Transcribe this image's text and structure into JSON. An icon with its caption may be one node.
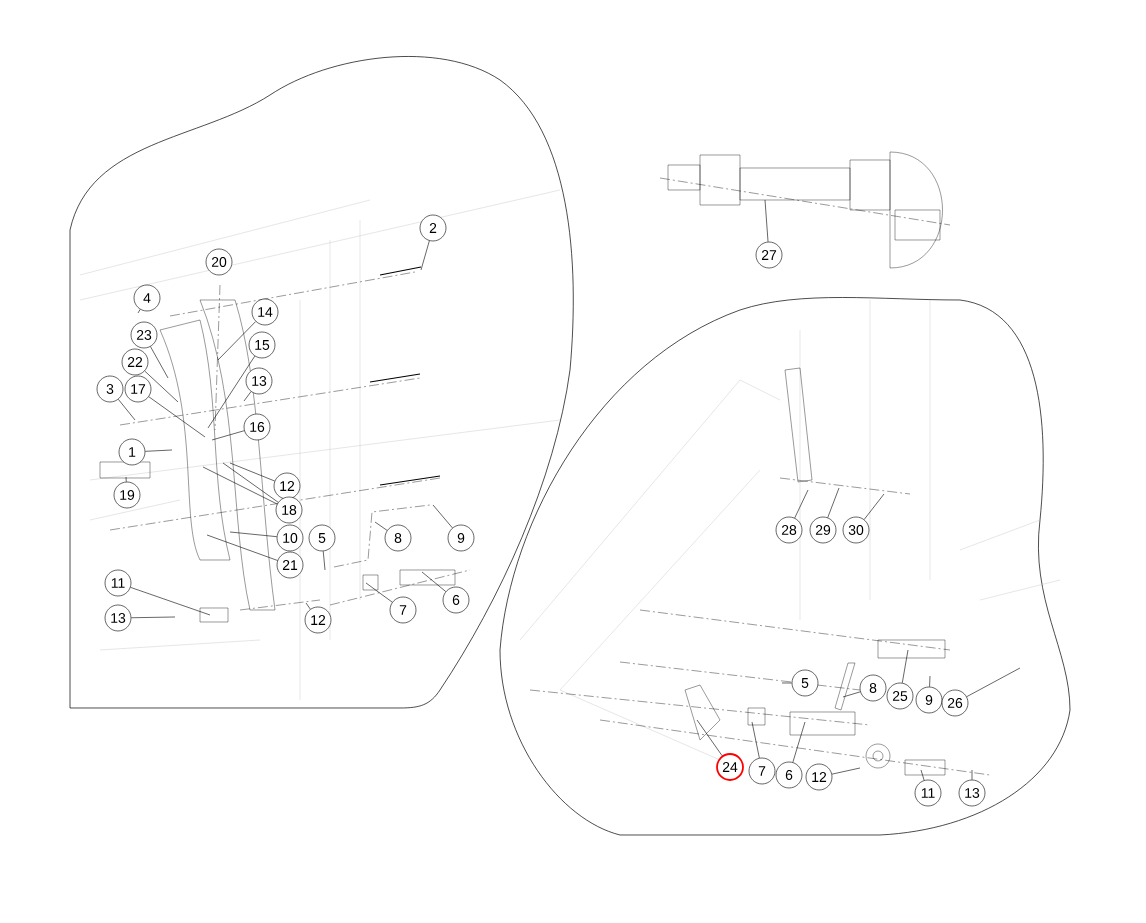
{
  "diagram": {
    "nodes": [
      {
        "text": [
          "2"
        ]
      },
      {
        "text": [
          "4"
        ]
      },
      {
        "text": [
          "14"
        ]
      },
      {
        "text": [
          "23"
        ]
      },
      {
        "text": [
          "15"
        ]
      },
      {
        "text": [
          "22"
        ]
      },
      {
        "text": [
          "13"
        ]
      },
      {
        "text": [
          "3"
        ]
      },
      {
        "text": [
          "17"
        ]
      },
      {
        "text": [
          "16"
        ]
      },
      {
        "text": [
          "1"
        ]
      },
      {
        "text": [
          "12"
        ]
      },
      {
        "text": [
          "19"
        ]
      },
      {
        "text": [
          "18"
        ]
      },
      {
        "text": [
          "10"
        ]
      },
      {
        "text": [
          "5"
        ]
      },
      {
        "text": [
          "8"
        ]
      },
      {
        "text": [
          "9"
        ]
      },
      {
        "text": [
          "21"
        ]
      },
      {
        "text": [
          "11"
        ]
      },
      {
        "text": [
          "13"
        ]
      },
      {
        "text": [
          "12"
        ]
      },
      {
        "text": [
          "7"
        ]
      },
      {
        "text": [
          "6"
        ]
      },
      {
        "text": [
          "27"
        ]
      },
      {
        "text": [
          "28"
        ]
      },
      {
        "text": [
          "29"
        ]
      },
      {
        "text": [
          "30"
        ]
      },
      {
        "text": [
          "5"
        ]
      },
      {
        "text": [
          "8"
        ]
      },
      {
        "text": [
          "25"
        ]
      },
      {
        "text": [
          "9"
        ]
      },
      {
        "text": [
          "26"
        ]
      },
      {
        "text": [
          "24"
        ]
      },
      {
        "text": [
          "7"
        ]
      },
      {
        "text": [
          "6"
        ]
      },
      {
        "text": [
          "12"
        ]
      },
      {
        "text": [
          "11"
        ]
      },
      {
        "text": [
          "13"
        ]
      },
      {
        "text": [
          "20"
        ]
      }
    ],
    "edges": [
      {
        "from": 0,
        "to": null,
        "arrow": "none"
      },
      {
        "from": 1,
        "to": null,
        "arrow": "none"
      },
      {
        "from": 2,
        "to": null,
        "arrow": "none"
      },
      {
        "from": 3,
        "to": null,
        "arrow": "none"
      },
      {
        "from": 4,
        "to": null,
        "arrow": "none"
      },
      {
        "from": 5,
        "to": null,
        "arrow": "none"
      },
      {
        "from": 6,
        "to": null,
        "arrow": "none"
      },
      {
        "from": 7,
        "to": null,
        "arrow": "none"
      },
      {
        "from": 8,
        "to": null,
        "arrow": "none"
      },
      {
        "from": 9,
        "to": null,
        "arrow": "none"
      },
      {
        "from": 10,
        "to": null,
        "arrow": "none"
      },
      {
        "from": 11,
        "to": null,
        "arrow": "none"
      },
      {
        "from": 12,
        "to": null,
        "arrow": "none"
      },
      {
        "from": 13,
        "to": null,
        "arrow": "none"
      },
      {
        "from": 13,
        "to": null,
        "arrow": "none"
      },
      {
        "from": 14,
        "to": null,
        "arrow": "none"
      },
      {
        "from": 15,
        "to": null,
        "arrow": "none"
      },
      {
        "from": 16,
        "to": null,
        "arrow": "none"
      },
      {
        "from": 17,
        "to": null,
        "arrow": "none"
      },
      {
        "from": 18,
        "to": null,
        "arrow": "none"
      },
      {
        "from": 19,
        "to": null,
        "arrow": "none"
      },
      {
        "from": 20,
        "to": null,
        "arrow": "none"
      },
      {
        "from": 21,
        "to": null,
        "arrow": "none"
      },
      {
        "from": 22,
        "to": null,
        "arrow": "none"
      },
      {
        "from": 23,
        "to": null,
        "arrow": "none"
      },
      {
        "from": 24,
        "to": null,
        "arrow": "none"
      },
      {
        "from": 25,
        "to": null,
        "arrow": "none"
      },
      {
        "from": 26,
        "to": null,
        "arrow": "none"
      },
      {
        "from": 27,
        "to": null,
        "arrow": "none"
      },
      {
        "from": 28,
        "to": null,
        "arrow": "none"
      },
      {
        "from": 29,
        "to": null,
        "arrow": "none"
      },
      {
        "from": 30,
        "to": null,
        "arrow": "none"
      },
      {
        "from": 31,
        "to": null,
        "arrow": "none"
      },
      {
        "from": 32,
        "to": null,
        "arrow": "none"
      },
      {
        "from": 33,
        "to": null,
        "arrow": "none"
      },
      {
        "from": 34,
        "to": null,
        "arrow": "none"
      },
      {
        "from": 35,
        "to": null,
        "arrow": "none"
      },
      {
        "from": 36,
        "to": null,
        "arrow": "none"
      },
      {
        "from": 37,
        "to": null,
        "arrow": "none"
      },
      {
        "from": 38,
        "to": null,
        "arrow": "none"
      }
    ]
  }
}
